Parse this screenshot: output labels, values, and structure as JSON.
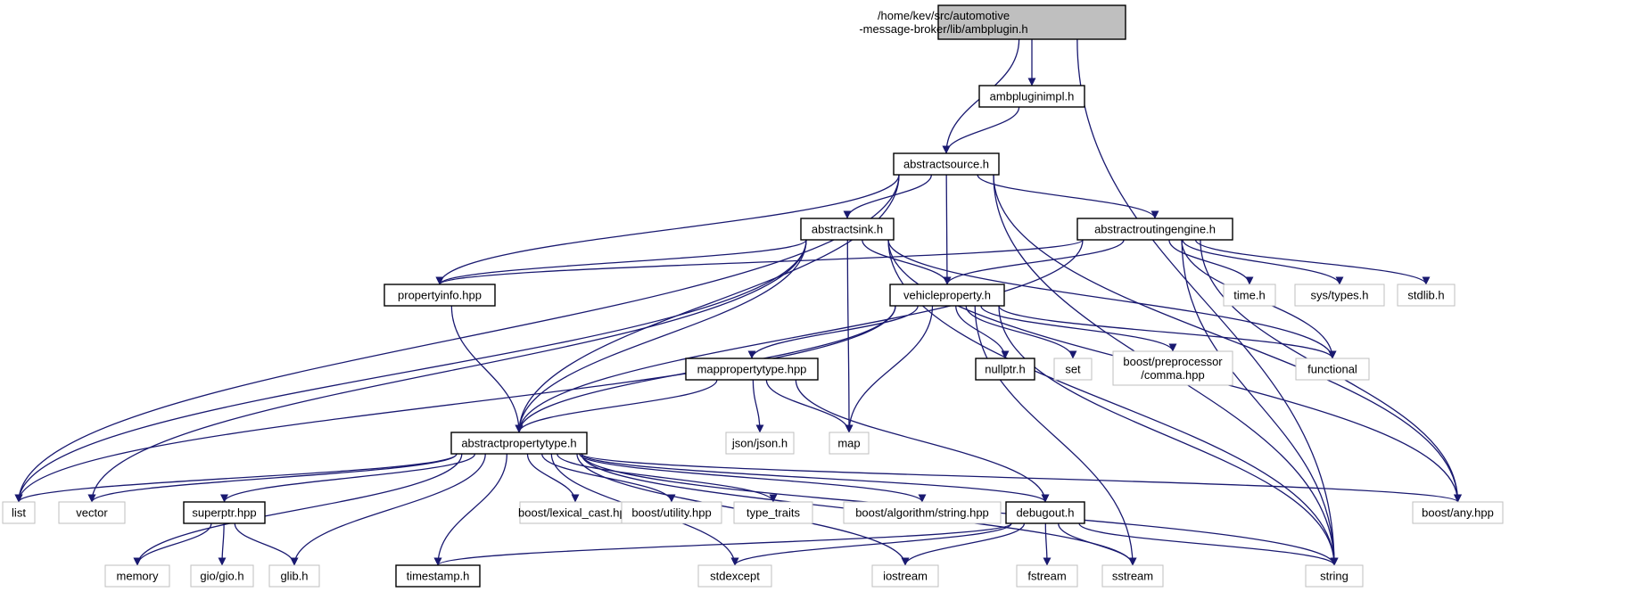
{
  "diagram": {
    "colors": {
      "edge": "#191970",
      "root_fill": "#bfbfbf",
      "root_border": "#000000",
      "local_border": "#000000",
      "system_border": "#bfbfbf",
      "fill": "#ffffff"
    },
    "nodes": [
      {
        "id": "ambplugin",
        "kind": "root",
        "lines": [
          "/home/kev/src/automotive",
          "-message-broker/lib/ambplugin.h"
        ]
      },
      {
        "id": "ambpluginimpl",
        "kind": "local",
        "lines": [
          "ambpluginimpl.h"
        ]
      },
      {
        "id": "abstractsource",
        "kind": "local",
        "lines": [
          "abstractsource.h"
        ]
      },
      {
        "id": "abstractsink",
        "kind": "local",
        "lines": [
          "abstractsink.h"
        ]
      },
      {
        "id": "abstractroutingengine",
        "kind": "local",
        "lines": [
          "abstractroutingengine.h"
        ]
      },
      {
        "id": "propertyinfo",
        "kind": "local",
        "lines": [
          "propertyinfo.hpp"
        ]
      },
      {
        "id": "vehicleproperty",
        "kind": "local",
        "lines": [
          "vehicleproperty.h"
        ]
      },
      {
        "id": "mappropertytype",
        "kind": "local",
        "lines": [
          "mappropertytype.hpp"
        ]
      },
      {
        "id": "abstractpropertytype",
        "kind": "local",
        "lines": [
          "abstractpropertytype.h"
        ]
      },
      {
        "id": "nullptr",
        "kind": "local",
        "lines": [
          "nullptr.h"
        ]
      },
      {
        "id": "superptr",
        "kind": "local",
        "lines": [
          "superptr.hpp"
        ]
      },
      {
        "id": "debugout",
        "kind": "local",
        "lines": [
          "debugout.h"
        ]
      },
      {
        "id": "timestamp",
        "kind": "local",
        "lines": [
          "timestamp.h"
        ]
      },
      {
        "id": "time_h",
        "kind": "system",
        "lines": [
          "time.h"
        ]
      },
      {
        "id": "sys_types",
        "kind": "system",
        "lines": [
          "sys/types.h"
        ]
      },
      {
        "id": "stdlib",
        "kind": "system",
        "lines": [
          "stdlib.h"
        ]
      },
      {
        "id": "set",
        "kind": "system",
        "lines": [
          "set"
        ]
      },
      {
        "id": "boost_comma",
        "kind": "system",
        "lines": [
          "boost/preprocessor",
          "/comma.hpp"
        ]
      },
      {
        "id": "functional",
        "kind": "system",
        "lines": [
          "functional"
        ]
      },
      {
        "id": "json",
        "kind": "system",
        "lines": [
          "json/json.h"
        ]
      },
      {
        "id": "map",
        "kind": "system",
        "lines": [
          "map"
        ]
      },
      {
        "id": "list",
        "kind": "system",
        "lines": [
          "list"
        ]
      },
      {
        "id": "vector",
        "kind": "system",
        "lines": [
          "vector"
        ]
      },
      {
        "id": "lexical_cast",
        "kind": "system",
        "lines": [
          "boost/lexical_cast.hpp"
        ]
      },
      {
        "id": "utility",
        "kind": "system",
        "lines": [
          "boost/utility.hpp"
        ]
      },
      {
        "id": "type_traits",
        "kind": "system",
        "lines": [
          "type_traits"
        ]
      },
      {
        "id": "algo_string",
        "kind": "system",
        "lines": [
          "boost/algorithm/string.hpp"
        ]
      },
      {
        "id": "boost_any",
        "kind": "system",
        "lines": [
          "boost/any.hpp"
        ]
      },
      {
        "id": "memory",
        "kind": "system",
        "lines": [
          "memory"
        ]
      },
      {
        "id": "gio",
        "kind": "system",
        "lines": [
          "gio/gio.h"
        ]
      },
      {
        "id": "glib",
        "kind": "system",
        "lines": [
          "glib.h"
        ]
      },
      {
        "id": "stdexcept",
        "kind": "system",
        "lines": [
          "stdexcept"
        ]
      },
      {
        "id": "iostream",
        "kind": "system",
        "lines": [
          "iostream"
        ]
      },
      {
        "id": "fstream",
        "kind": "system",
        "lines": [
          "fstream"
        ]
      },
      {
        "id": "sstream",
        "kind": "system",
        "lines": [
          "sstream"
        ]
      },
      {
        "id": "string",
        "kind": "system",
        "lines": [
          "string"
        ]
      }
    ],
    "edges": [
      [
        "ambplugin",
        "ambpluginimpl"
      ],
      [
        "ambplugin",
        "abstractsource"
      ],
      [
        "ambplugin",
        "string"
      ],
      [
        "ambpluginimpl",
        "abstractsource"
      ],
      [
        "abstractsource",
        "abstractsink"
      ],
      [
        "abstractsource",
        "abstractroutingengine"
      ],
      [
        "abstractsource",
        "vehicleproperty"
      ],
      [
        "abstractsource",
        "propertyinfo"
      ],
      [
        "abstractsource",
        "abstractpropertytype"
      ],
      [
        "abstractsource",
        "list"
      ],
      [
        "abstractsource",
        "boost_any"
      ],
      [
        "abstractsource",
        "string"
      ],
      [
        "abstractsink",
        "vehicleproperty"
      ],
      [
        "abstractsink",
        "propertyinfo"
      ],
      [
        "abstractsink",
        "abstractpropertytype"
      ],
      [
        "abstractsink",
        "map"
      ],
      [
        "abstractsink",
        "list"
      ],
      [
        "abstractsink",
        "vector"
      ],
      [
        "abstractsink",
        "functional"
      ],
      [
        "abstractsink",
        "string"
      ],
      [
        "abstractsink",
        "boost_any"
      ],
      [
        "abstractroutingengine",
        "vehicleproperty"
      ],
      [
        "abstractroutingengine",
        "propertyinfo"
      ],
      [
        "abstractroutingengine",
        "abstractpropertytype"
      ],
      [
        "abstractroutingengine",
        "time_h"
      ],
      [
        "abstractroutingengine",
        "sys_types"
      ],
      [
        "abstractroutingengine",
        "stdlib"
      ],
      [
        "abstractroutingengine",
        "functional"
      ],
      [
        "abstractroutingengine",
        "string"
      ],
      [
        "abstractroutingengine",
        "boost_any"
      ],
      [
        "propertyinfo",
        "abstractpropertytype"
      ],
      [
        "vehicleproperty",
        "mappropertytype"
      ],
      [
        "vehicleproperty",
        "abstractpropertytype"
      ],
      [
        "vehicleproperty",
        "nullptr"
      ],
      [
        "vehicleproperty",
        "set"
      ],
      [
        "vehicleproperty",
        "boost_comma"
      ],
      [
        "vehicleproperty",
        "functional"
      ],
      [
        "vehicleproperty",
        "map"
      ],
      [
        "vehicleproperty",
        "list"
      ],
      [
        "vehicleproperty",
        "string"
      ],
      [
        "vehicleproperty",
        "sstream"
      ],
      [
        "mappropertytype",
        "abstractpropertytype"
      ],
      [
        "mappropertytype",
        "json"
      ],
      [
        "mappropertytype",
        "map"
      ],
      [
        "mappropertytype",
        "debugout"
      ],
      [
        "abstractpropertytype",
        "list"
      ],
      [
        "abstractpropertytype",
        "vector"
      ],
      [
        "abstractpropertytype",
        "memory"
      ],
      [
        "abstractpropertytype",
        "superptr"
      ],
      [
        "abstractpropertytype",
        "glib"
      ],
      [
        "abstractpropertytype",
        "timestamp"
      ],
      [
        "abstractpropertytype",
        "stdexcept"
      ],
      [
        "abstractpropertytype",
        "iostream"
      ],
      [
        "abstractpropertytype",
        "lexical_cast"
      ],
      [
        "abstractpropertytype",
        "utility"
      ],
      [
        "abstractpropertytype",
        "type_traits"
      ],
      [
        "abstractpropertytype",
        "algo_string"
      ],
      [
        "abstractpropertytype",
        "debugout"
      ],
      [
        "abstractpropertytype",
        "boost_any"
      ],
      [
        "abstractpropertytype",
        "sstream"
      ],
      [
        "abstractpropertytype",
        "string"
      ],
      [
        "superptr",
        "memory"
      ],
      [
        "superptr",
        "gio"
      ],
      [
        "superptr",
        "glib"
      ],
      [
        "debugout",
        "timestamp"
      ],
      [
        "debugout",
        "stdexcept"
      ],
      [
        "debugout",
        "iostream"
      ],
      [
        "debugout",
        "fstream"
      ],
      [
        "debugout",
        "sstream"
      ],
      [
        "debugout",
        "string"
      ]
    ]
  }
}
